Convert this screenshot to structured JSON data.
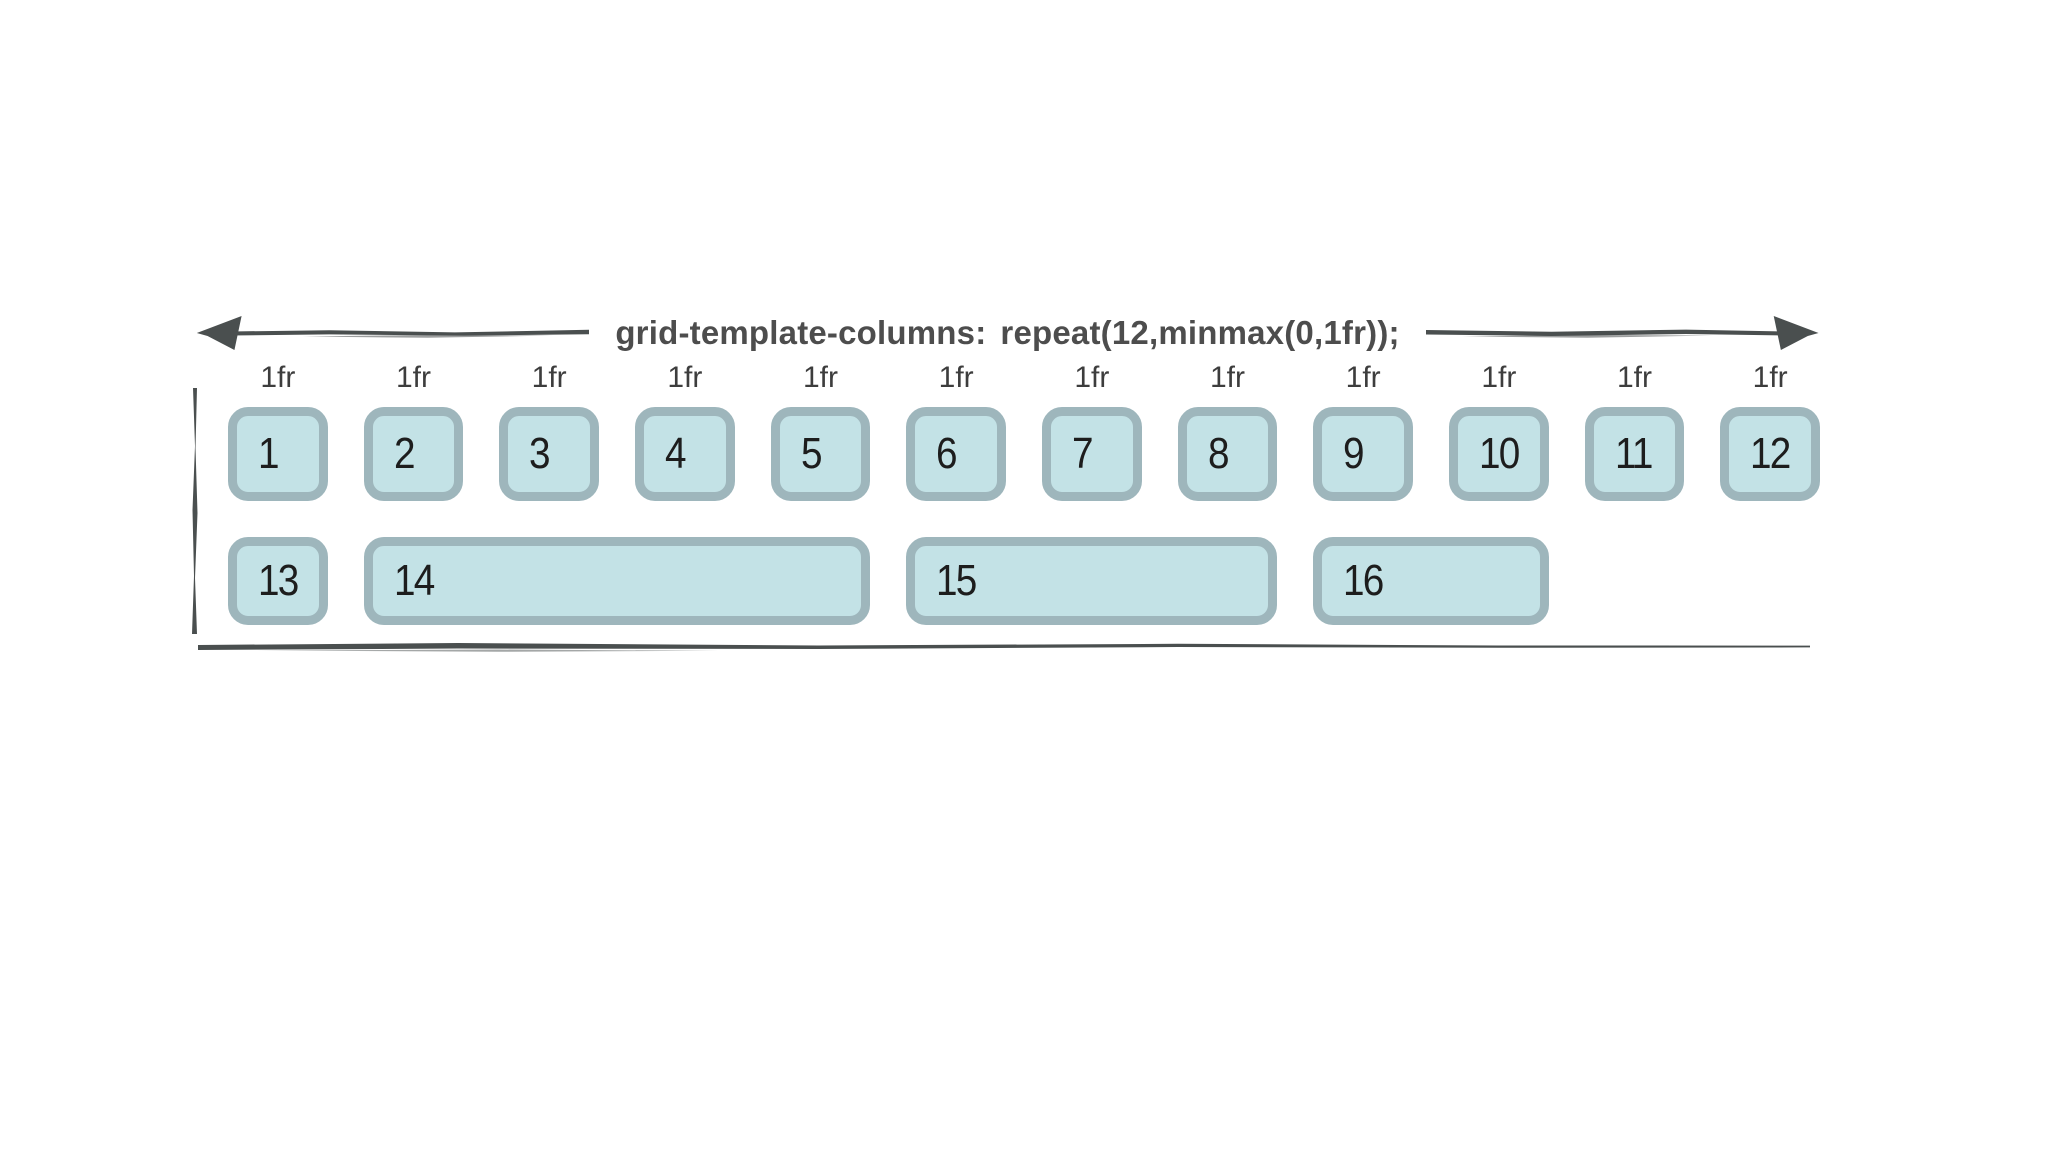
{
  "diagram": {
    "title": {
      "property": "grid-template-columns:",
      "value": "repeat(12,minmax(0,1fr));"
    },
    "column_labels": [
      "1fr",
      "1fr",
      "1fr",
      "1fr",
      "1fr",
      "1fr",
      "1fr",
      "1fr",
      "1fr",
      "1fr",
      "1fr",
      "1fr"
    ],
    "row1_cells": [
      {
        "label": "1",
        "span": 1
      },
      {
        "label": "2",
        "span": 1
      },
      {
        "label": "3",
        "span": 1
      },
      {
        "label": "4",
        "span": 1
      },
      {
        "label": "5",
        "span": 1
      },
      {
        "label": "6",
        "span": 1
      },
      {
        "label": "7",
        "span": 1
      },
      {
        "label": "8",
        "span": 1
      },
      {
        "label": "9",
        "span": 1
      },
      {
        "label": "10",
        "span": 1
      },
      {
        "label": "11",
        "span": 1
      },
      {
        "label": "12",
        "span": 1
      }
    ],
    "row2_cells": [
      {
        "label": "13",
        "span": 1
      },
      {
        "label": "14",
        "span": 4
      },
      {
        "label": "15",
        "span": 3
      },
      {
        "label": "16",
        "span": 2
      }
    ],
    "icons": {
      "left_arrow": "left-arrowhead",
      "right_arrow": "right-arrowhead"
    },
    "colors": {
      "background": "#ffffff",
      "cell_fill": "#c3e2e6",
      "cell_border": "#9eb6bc",
      "line": "#4a4f4f",
      "title_text": "#4d4d4d",
      "label_text": "#3d3d3d",
      "number_text": "#1d1d1d"
    }
  }
}
